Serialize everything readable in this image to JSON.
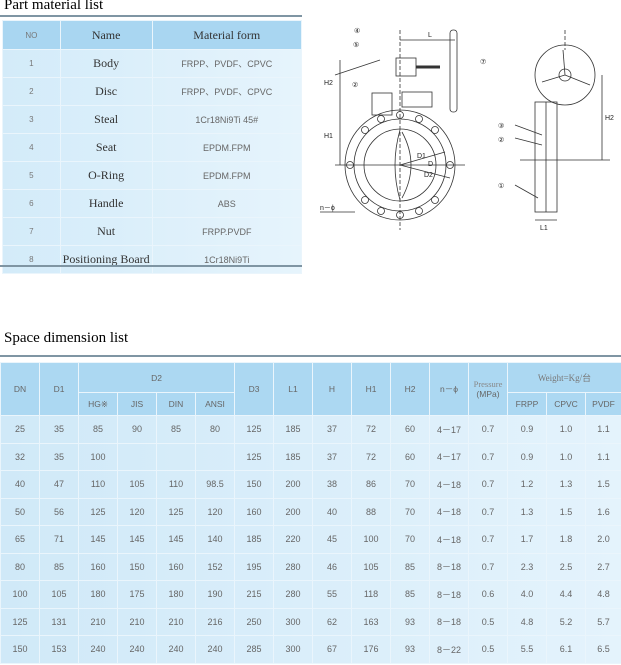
{
  "part_list": {
    "title": "Part material list",
    "headers": [
      "NO",
      "Name",
      "Material form"
    ],
    "rows": [
      [
        "1",
        "Body",
        "FRPP、PVDF、CPVC"
      ],
      [
        "2",
        "Disc",
        "FRPP、PVDF、CPVC"
      ],
      [
        "3",
        "Steal",
        "1Cr18Ni9Ti 45#"
      ],
      [
        "4",
        "Seat",
        "EPDM.FPM"
      ],
      [
        "5",
        "O-Ring",
        "EPDM.FPM"
      ],
      [
        "6",
        "Handle",
        "ABS"
      ],
      [
        "7",
        "Nut",
        "FRPP.PVDF"
      ],
      [
        "8",
        "Positioning  Board",
        "1Cr18Ni9Ti"
      ]
    ]
  },
  "drawing": {
    "labels": {
      "c4": "④",
      "c5": "⑤",
      "c2": "②",
      "c7": "⑦",
      "L": "L",
      "H2": "H2",
      "H1": "H1",
      "D1": "D1",
      "D": "D",
      "D2": "D2",
      "nphi": "n－ϕ",
      "c3": "③",
      "c2b": "②",
      "c1": "①",
      "H2b": "H2",
      "L1": "L1"
    }
  },
  "dimension_list": {
    "title": "Space dimension  list",
    "headers": {
      "DN": "DN",
      "D1": "D1",
      "D2": "D2",
      "D2_sub": [
        "HG※",
        "JIS",
        "DIN",
        "ANSI"
      ],
      "D3": "D3",
      "L1": "L1",
      "H": "H",
      "H1": "H1",
      "H2": "H2",
      "n_phi": "n－ϕ",
      "pressure": "Pressure",
      "pressure_unit": "(MPa)",
      "weight": "Weight=Kg/台",
      "weight_sub": [
        "FRPP",
        "CPVC",
        "PVDF"
      ]
    },
    "rows": [
      [
        "25",
        "35",
        "85",
        "90",
        "85",
        "80",
        "125",
        "185",
        "37",
        "72",
        "60",
        "4－17",
        "0.7",
        "0.9",
        "1.0",
        "1.1"
      ],
      [
        "32",
        "35",
        "100",
        "",
        "",
        "",
        "125",
        "185",
        "37",
        "72",
        "60",
        "4－17",
        "0.7",
        "0.9",
        "1.0",
        "1.1"
      ],
      [
        "40",
        "47",
        "110",
        "105",
        "110",
        "98.5",
        "150",
        "200",
        "38",
        "86",
        "70",
        "4－18",
        "0.7",
        "1.2",
        "1.3",
        "1.5"
      ],
      [
        "50",
        "56",
        "125",
        "120",
        "125",
        "120",
        "160",
        "200",
        "40",
        "88",
        "70",
        "4－18",
        "0.7",
        "1.3",
        "1.5",
        "1.6"
      ],
      [
        "65",
        "71",
        "145",
        "145",
        "145",
        "140",
        "185",
        "220",
        "45",
        "100",
        "70",
        "4－18",
        "0.7",
        "1.7",
        "1.8",
        "2.0"
      ],
      [
        "80",
        "85",
        "160",
        "150",
        "160",
        "152",
        "195",
        "280",
        "46",
        "105",
        "85",
        "8－18",
        "0.7",
        "2.3",
        "2.5",
        "2.7"
      ],
      [
        "100",
        "105",
        "180",
        "175",
        "180",
        "190",
        "215",
        "280",
        "55",
        "118",
        "85",
        "8－18",
        "0.6",
        "4.0",
        "4.4",
        "4.8"
      ],
      [
        "125",
        "131",
        "210",
        "210",
        "210",
        "216",
        "250",
        "300",
        "62",
        "163",
        "93",
        "8－18",
        "0.5",
        "4.8",
        "5.2",
        "5.7"
      ],
      [
        "150",
        "153",
        "240",
        "240",
        "240",
        "240",
        "285",
        "300",
        "67",
        "176",
        "93",
        "8－22",
        "0.5",
        "5.5",
        "6.1",
        "6.5"
      ]
    ]
  }
}
